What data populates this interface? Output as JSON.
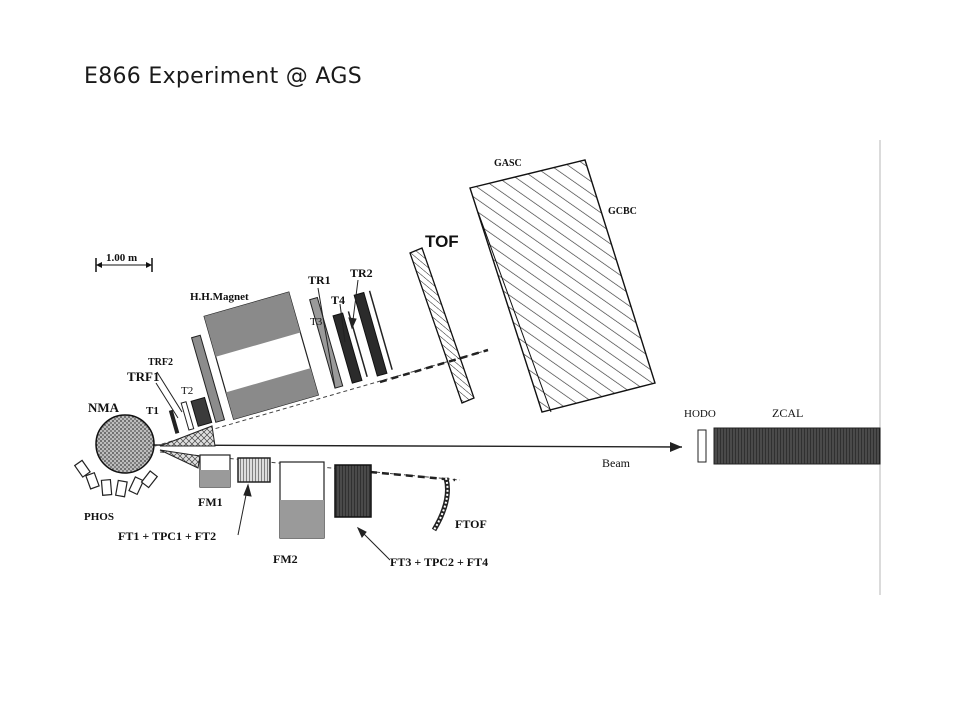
{
  "slide": {
    "title": "E866 Experiment @ AGS"
  },
  "scale_bar": {
    "label": "1.00 m"
  },
  "labels": {
    "nma": "NMA",
    "phos": "PHOS",
    "trf1": "TRF1",
    "trf2": "TRF2",
    "t1": "T1",
    "t2": "T2",
    "hh_magnet": "H.H.Magnet",
    "tr1": "TR1",
    "tr2": "TR2",
    "t3": "T3",
    "t4": "T4",
    "tof": "TOF",
    "gasc": "GASC",
    "gcbc": "GCBC",
    "hodo": "HODO",
    "zcal": "ZCAL",
    "beam": "Beam",
    "fm1": "FM1",
    "fm2": "FM2",
    "ftof": "FTOF",
    "ft_tpc1": "FT1 + TPC1 + FT2",
    "ft_tpc2": "FT3 + TPC2 + FT4"
  }
}
